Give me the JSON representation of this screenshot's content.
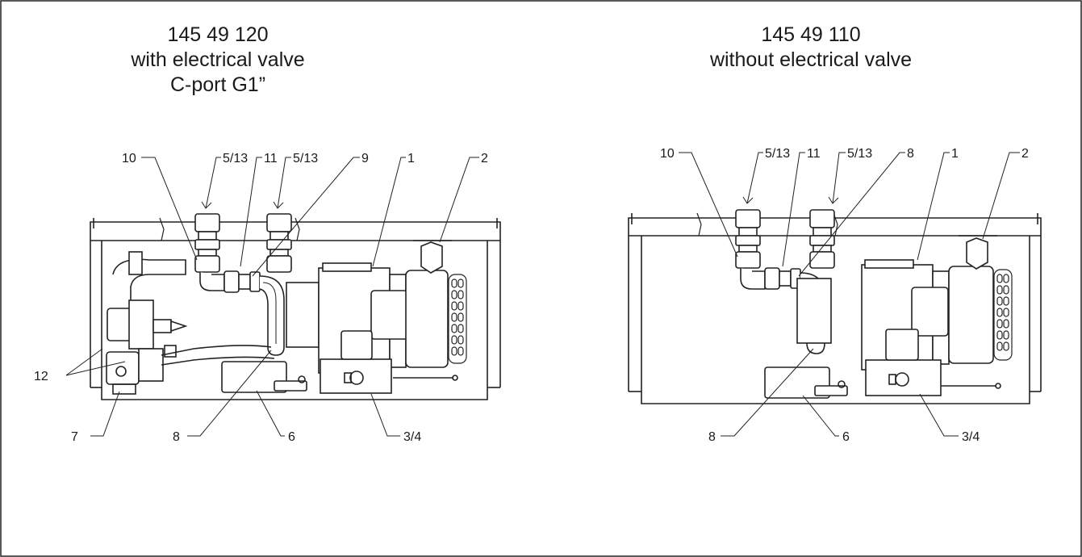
{
  "left_view": {
    "title": [
      "145 49 120",
      "with electrical valve",
      "C-port G1”"
    ],
    "callouts": {
      "c10": "10",
      "c5_13a": "5/13",
      "c11": "11",
      "c5_13b": "5/13",
      "c9": "9",
      "c1": "1",
      "c2": "2",
      "c12": "12",
      "c7": "7",
      "c8": "8",
      "c6": "6",
      "c3_4": "3/4"
    }
  },
  "right_view": {
    "title": [
      "145 49 110",
      "without electrical valve"
    ],
    "callouts": {
      "c10": "10",
      "c5_13a": "5/13",
      "c11": "11",
      "c5_13b": "5/13",
      "c8top": "8",
      "c1": "1",
      "c2": "2",
      "c8": "8",
      "c6": "6",
      "c3_4": "3/4"
    }
  }
}
